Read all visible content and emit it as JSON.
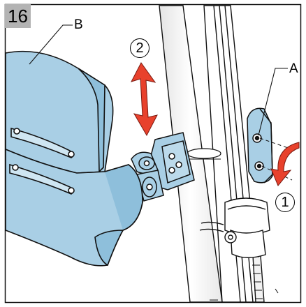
{
  "figure": {
    "step_number": "16",
    "label_b": "B",
    "label_a": "A",
    "step_1": "1",
    "step_2": "2"
  },
  "colors": {
    "part_blue": "#a9cfe5",
    "outline": "#111111",
    "arrow_red": "#e8412c",
    "step_box_gray": "#b3b3b3"
  },
  "icons": [
    "double-vertical-arrow-icon",
    "curved-arrow-icon"
  ]
}
